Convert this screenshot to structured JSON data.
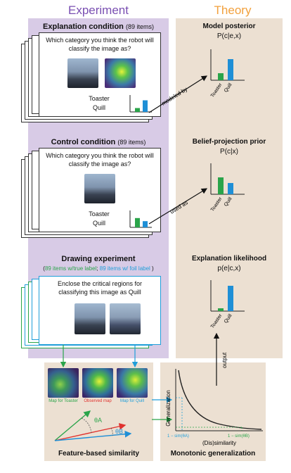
{
  "headers": {
    "experiment": "Experiment",
    "theory": "Theory"
  },
  "explanation_condition": {
    "title": "Explanation condition",
    "count": "(89 items)",
    "question": "Which category you think the robot will classify the image as?",
    "option_a": "Toaster",
    "option_b": "Quill"
  },
  "control_condition": {
    "title": "Control condition",
    "count": "(89 items)",
    "question": "Which category you think the robot will classify the image as?",
    "option_a": "Toaster",
    "option_b": "Quill"
  },
  "drawing_experiment": {
    "title": "Drawing experiment",
    "open_paren": "(",
    "true_label": "89 items w/true label",
    "separator": ";",
    "foil_label": "89 items w/ foil label",
    "close_paren": ")",
    "instruction": "Enclose the critical regions for classifying this image as Quill"
  },
  "theory": {
    "model_posterior": {
      "title": "Model posterior",
      "formula": "P(c|e,x)"
    },
    "belief_prior": {
      "title": "Belief-projection prior",
      "formula": "P(c|x)"
    },
    "explanation_likelihood": {
      "title": "Explanation likelihood",
      "formula": "p(e|c,x)"
    },
    "bar_labels": {
      "a": "Toaster",
      "b": "Quill"
    }
  },
  "arrows": {
    "modeled_by": "modeled by",
    "used_as": "used as",
    "output": "output"
  },
  "feature_similarity": {
    "title": "Feature-based similarity",
    "map_toaster": "Map for Toaster",
    "map_observed": "Observed map",
    "map_quill": "Map for Quill",
    "theta_a": "θA",
    "theta_b": "θB"
  },
  "monotonic": {
    "title": "Monotonic generalization",
    "y_label": "Generalization",
    "x_label": "(Dis)similarity",
    "tick_a": "1 − sim(θA)",
    "tick_b": "1 − sim(θB)"
  },
  "colors": {
    "experiment_purple": "#7a4fb2",
    "theory_orange": "#f2a03c",
    "panel_lavender": "#d8cbe6",
    "panel_beige": "#ece0d2",
    "toaster_green": "#2aa44a",
    "quill_blue": "#1f8fd6",
    "observed_red": "#e0322e"
  },
  "bars": {
    "explanation": {
      "toaster": 0.25,
      "quill": 0.75
    },
    "posterior": {
      "toaster": 0.25,
      "quill": 0.75
    },
    "control": {
      "toaster": 0.6,
      "quill": 0.4
    },
    "prior": {
      "toaster": 0.6,
      "quill": 0.4
    },
    "likelihood": {
      "toaster": 0.1,
      "quill": 0.9
    }
  }
}
